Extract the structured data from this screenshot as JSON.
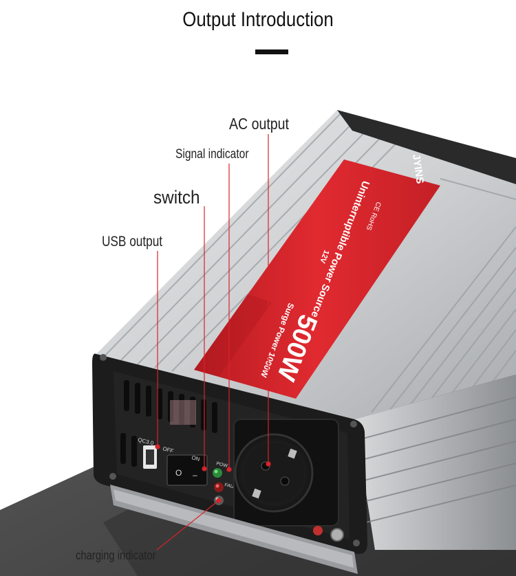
{
  "header": {
    "title": "Output Introduction"
  },
  "callouts": {
    "ac_output": "AC output",
    "signal_indicator": "Signal indicator",
    "switch": "switch",
    "usb_output": "USB output",
    "charging_indicator": "charging indicator"
  },
  "device": {
    "brand": "JYINS",
    "label_line": "Uninterruptible Power Source",
    "power": "500W",
    "surge": "Surge Power 1000W",
    "voltage": "12V",
    "certs": "CE RoHS",
    "port_usb": "QC3.0",
    "switch_off": "OFF",
    "switch_on": "ON",
    "led_power": "POW",
    "led_fault": "FAU"
  },
  "colors": {
    "accent_red": "#d8232a",
    "panel_black": "#1c1c1c",
    "fin_silver": "#c9cbcd",
    "floor": "#4a4a4a"
  }
}
